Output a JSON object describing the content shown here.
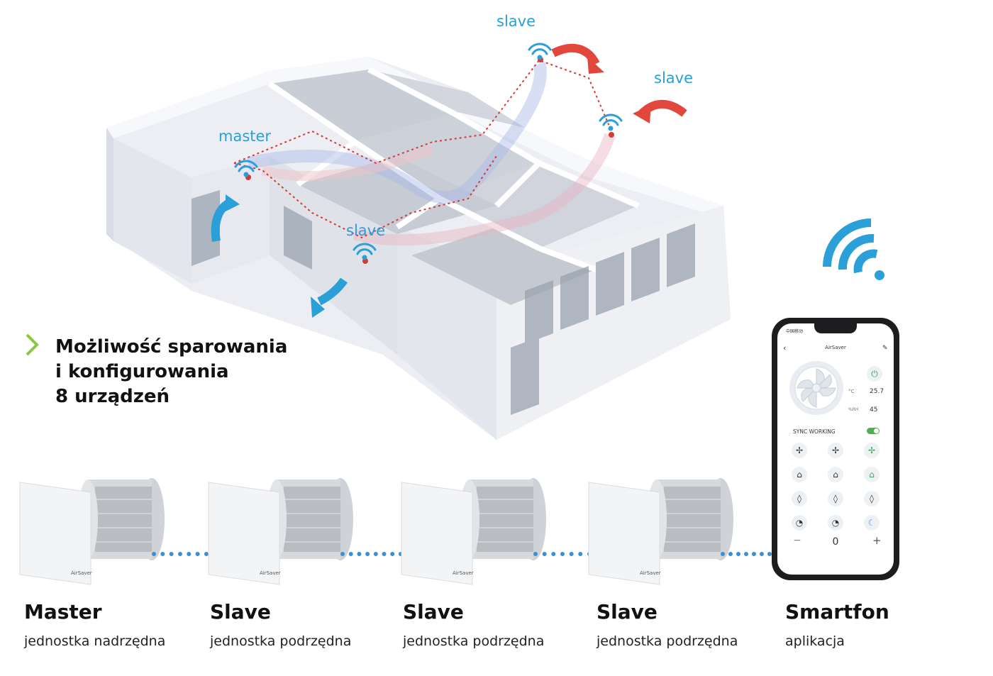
{
  "house": {
    "labels": [
      "master",
      "slave",
      "slave",
      "slave"
    ]
  },
  "headline": {
    "lines": [
      "Możliwość sparowania",
      "i konfigurowania",
      "8 urządzeń"
    ]
  },
  "units": [
    {
      "title": "Master",
      "subtitle": "jednostka nadrzędna",
      "brand": "AirSaver"
    },
    {
      "title": "Slave",
      "subtitle": "jednostka podrzędna",
      "brand": "AirSaver"
    },
    {
      "title": "Slave",
      "subtitle": "jednostka podrzędna",
      "brand": "AirSaver"
    },
    {
      "title": "Slave",
      "subtitle": "jednostka podrzędna",
      "brand": "AirSaver"
    }
  ],
  "smartphone": {
    "title": "Smartfon",
    "subtitle": "aplikacja",
    "app": {
      "carrier": "中国移动",
      "app_name": "AirSaver",
      "temp_unit": "°C",
      "temp_value": "25.7",
      "humidity_unit": "%RH",
      "humidity_value": "45",
      "sync_label": "SYNC WORKING",
      "sync_on": true,
      "counter_value": "0",
      "minus": "−",
      "plus": "+"
    }
  },
  "colors": {
    "accent_blue": "#2a9fd8",
    "arrow_red": "#e2473b",
    "chevron_green": "#8cc63f",
    "dotted_link": "#3a8fd0"
  }
}
